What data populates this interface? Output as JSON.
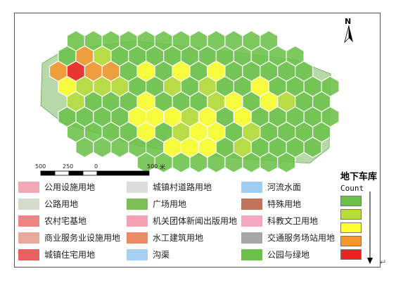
{
  "map": {
    "north_label": "N",
    "scale": {
      "labels": [
        "500",
        "250",
        "0",
        "500"
      ],
      "unit": "米"
    },
    "hex_colors": {
      "c1": "#6cc04a",
      "c2": "#b8dc3a",
      "c3": "#ffff2e",
      "c4": "#f5962e",
      "c5": "#ee2020"
    }
  },
  "legend": {
    "items": [
      {
        "label": "公用设施用地",
        "color": "#f2a7b4"
      },
      {
        "label": "城镇村道路用地",
        "color": "#dcdcdc"
      },
      {
        "label": "河流水面",
        "color": "#9fcef0"
      },
      {
        "label": "公路用地",
        "color": "#d2dccb"
      },
      {
        "label": "广场用地",
        "color": "#7dbf55"
      },
      {
        "label": "特殊用地",
        "color": "#c0735e"
      },
      {
        "label": "农村宅基地",
        "color": "#f08383"
      },
      {
        "label": "机关团体新闻出版用地",
        "color": "#f4a1b3"
      },
      {
        "label": "科教文卫用地",
        "color": "#f5a6c0"
      },
      {
        "label": "商业服务业设施用地",
        "color": "#e8a89c"
      },
      {
        "label": "水工建筑用地",
        "color": "#ec8a66"
      },
      {
        "label": "交通服务场站用地",
        "color": "#a8a6a4"
      },
      {
        "label": "城镇住宅用地",
        "color": "#e86060"
      },
      {
        "label": "沟渠",
        "color": "#a8d0f2"
      },
      {
        "label": "公园与绿地",
        "color": "#6cc04a"
      }
    ]
  },
  "count_legend": {
    "title": "地下车库",
    "subtitle": "Count",
    "classes": [
      "#6cc04a",
      "#b8dc3a",
      "#ffff2e",
      "#f5962e",
      "#ee2020"
    ]
  },
  "return_mark": "↵"
}
